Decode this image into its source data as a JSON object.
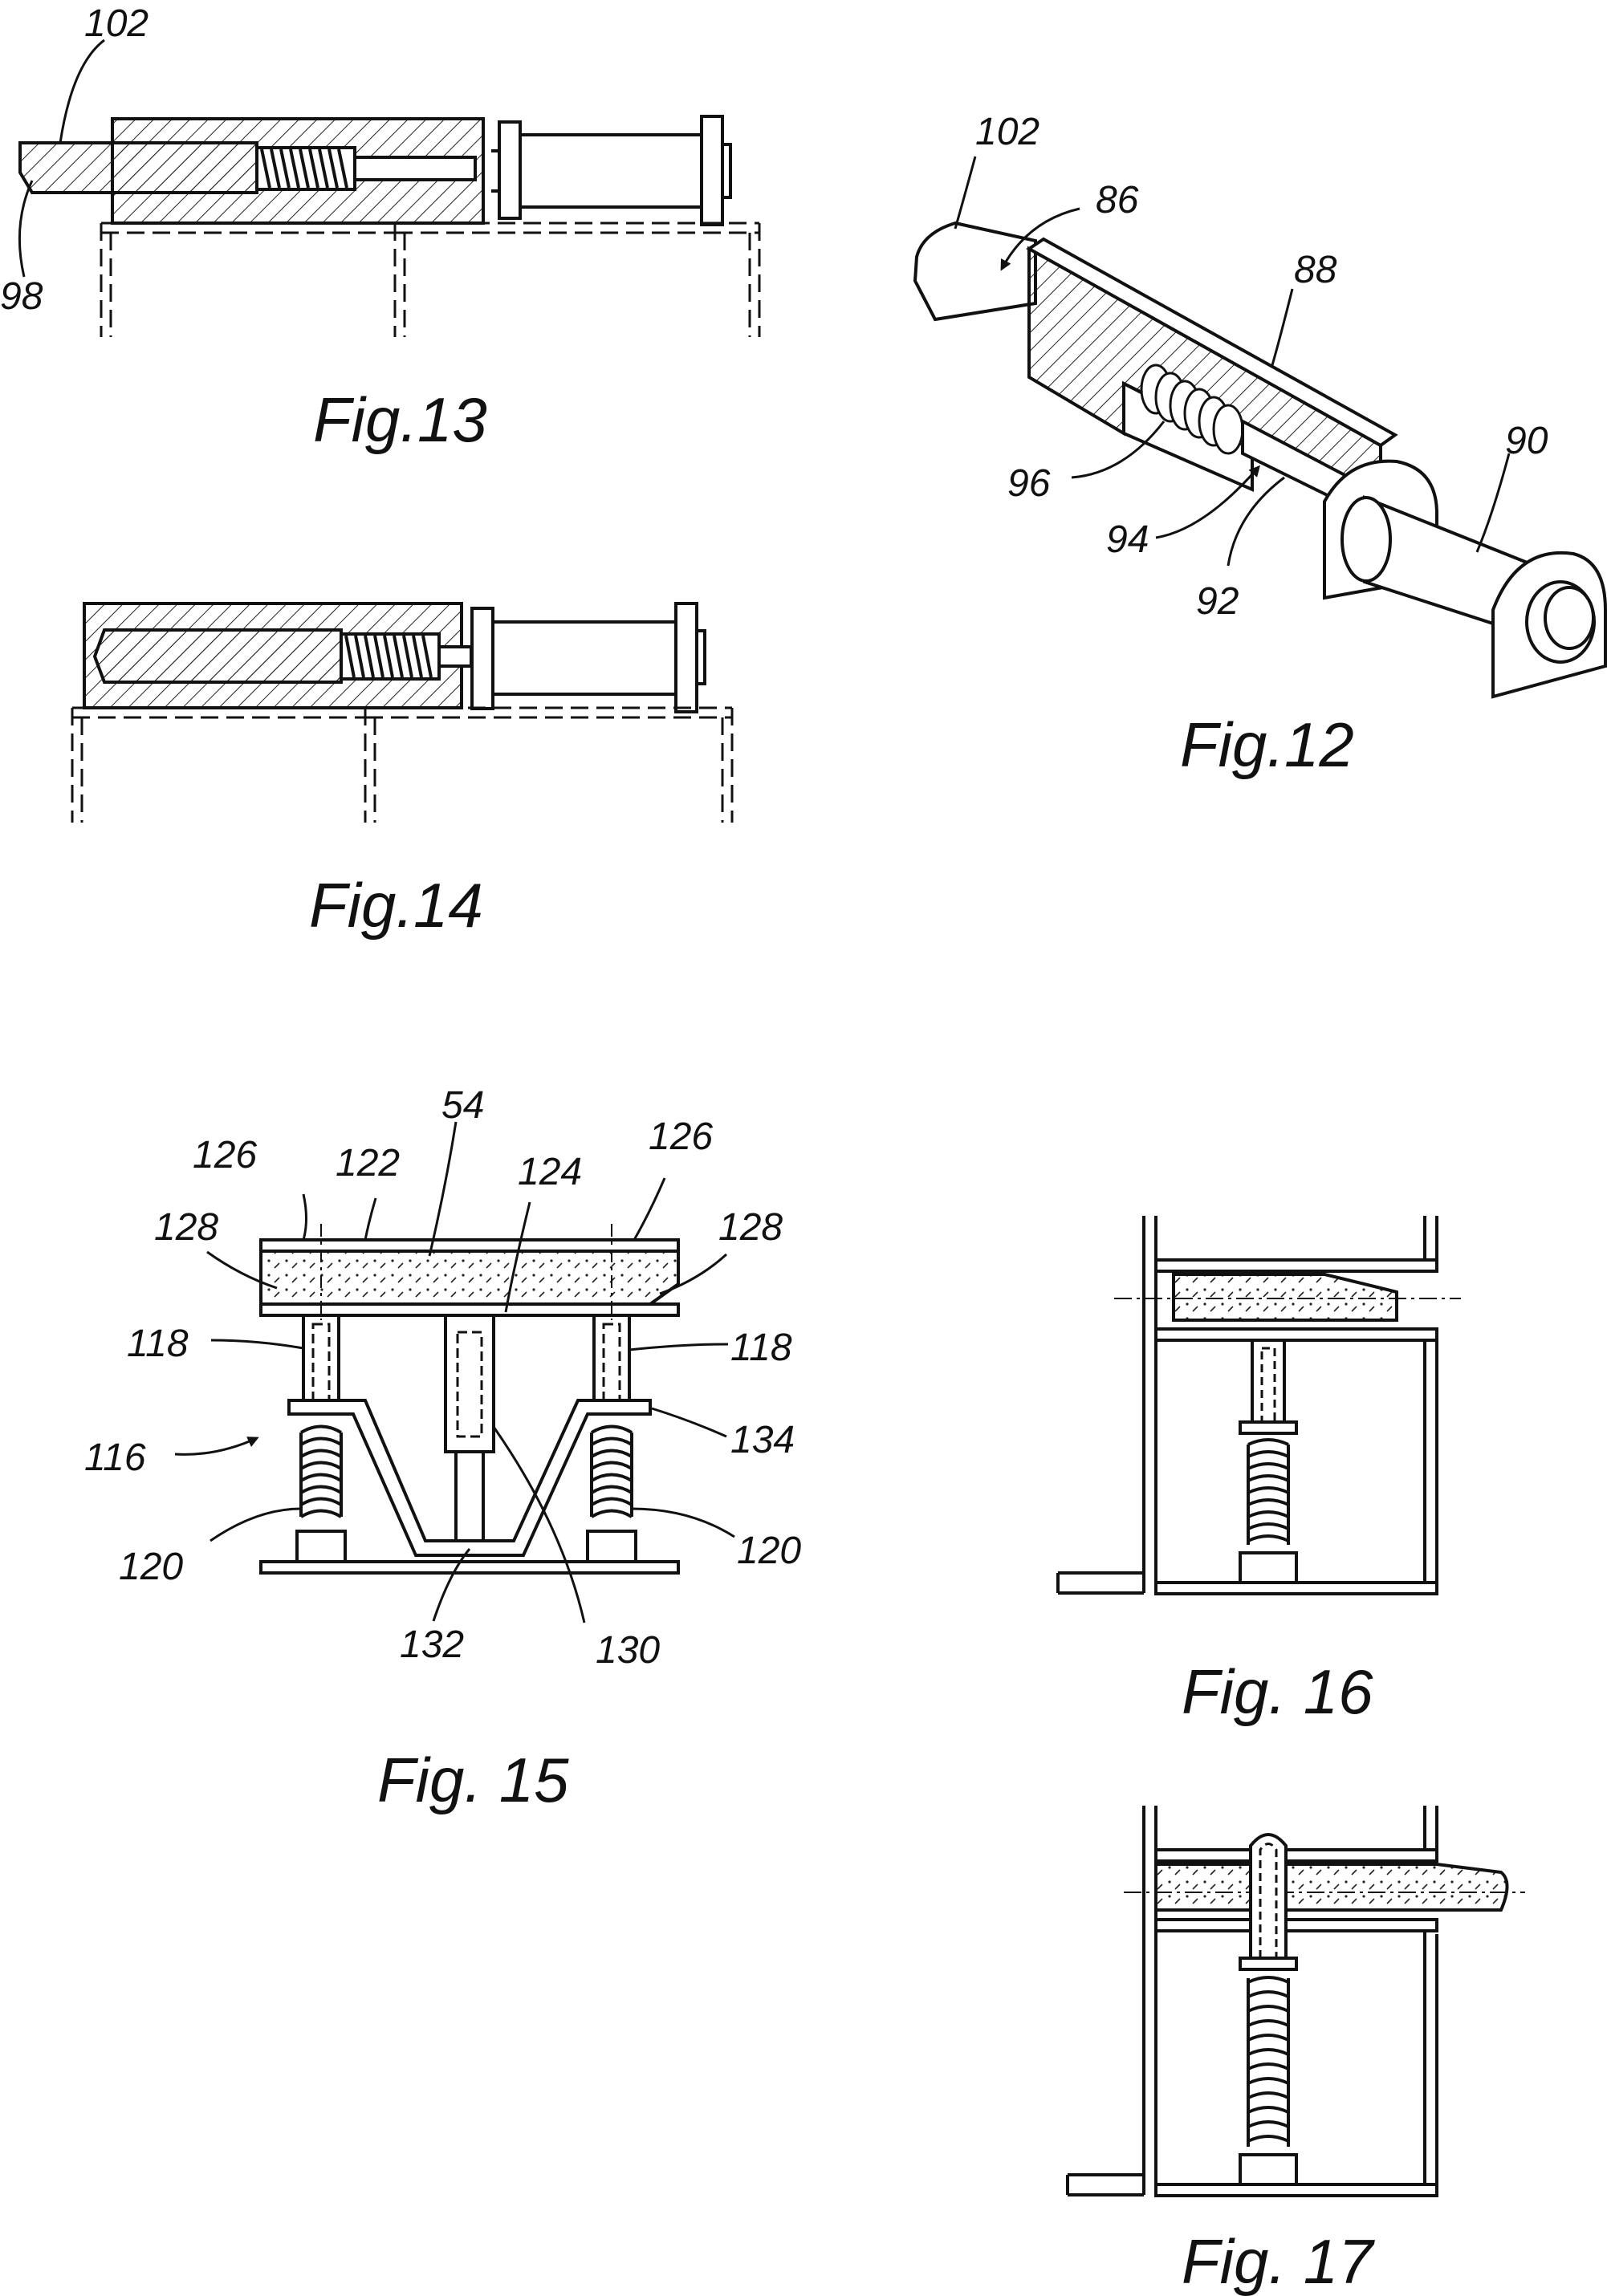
{
  "figures": {
    "fig12": {
      "caption": "Fig.12",
      "labels": {
        "l102": "102",
        "l86": "86",
        "l88": "88",
        "l90": "90",
        "l96": "96",
        "l94": "94",
        "l92": "92"
      }
    },
    "fig13": {
      "caption": "Fig.13",
      "labels": {
        "l102": "102",
        "l98": "98"
      }
    },
    "fig14": {
      "caption": "Fig.14"
    },
    "fig15": {
      "caption": "Fig. 15",
      "labels": {
        "l54": "54",
        "l126a": "126",
        "l126b": "126",
        "l122": "122",
        "l124": "124",
        "l128a": "128",
        "l128b": "128",
        "l118a": "118",
        "l118b": "118",
        "l116": "116",
        "l134": "134",
        "l120a": "120",
        "l120b": "120",
        "l132": "132",
        "l130": "130"
      }
    },
    "fig16": {
      "caption": "Fig. 16"
    },
    "fig17": {
      "caption": "Fig. 17"
    }
  }
}
